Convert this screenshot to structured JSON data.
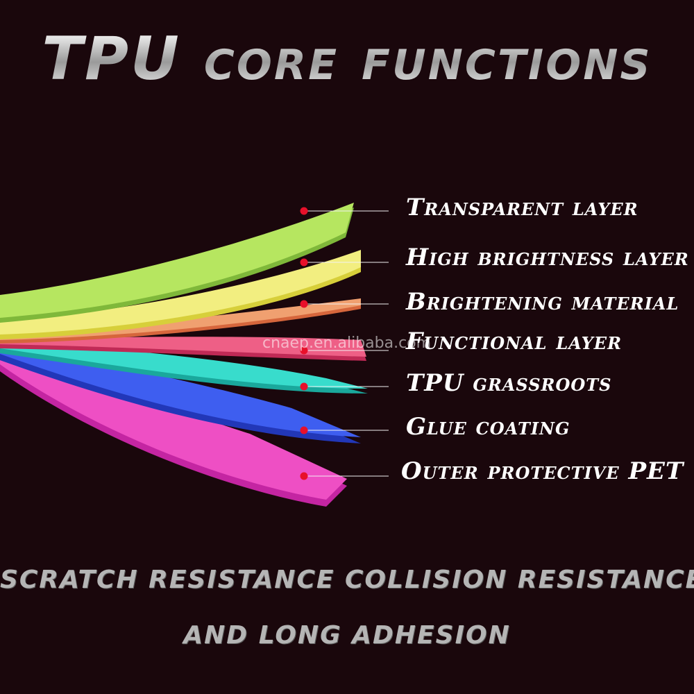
{
  "title": "TPU core functions",
  "layers": [
    {
      "label": "Transparent layer",
      "color": "#b6e660",
      "edge": "#7fb83a"
    },
    {
      "label": "High brightness layer",
      "color": "#f2ee80",
      "edge": "#d7cf3a"
    },
    {
      "label": "Brightening material",
      "color": "#f0a070",
      "edge": "#d6663c"
    },
    {
      "label": "Functional layer",
      "color": "#ee5f86",
      "edge": "#c02a56"
    },
    {
      "label": "TPU grassroots",
      "color": "#38dccc",
      "edge": "#1aa89c"
    },
    {
      "label": "Glue coating",
      "color": "#3e5ef0",
      "edge": "#2237b8"
    },
    {
      "label": "Outer protective PET",
      "color": "#ee4fc4",
      "edge": "#c425a2"
    }
  ],
  "marker_color": "#e8102a",
  "watermark": "cnaep.en.alibaba.com",
  "footer": {
    "line1": "SCRATCH RESISTANCE  COLLISION RESISTANCE",
    "line2": "AND LONG ADHESION"
  }
}
